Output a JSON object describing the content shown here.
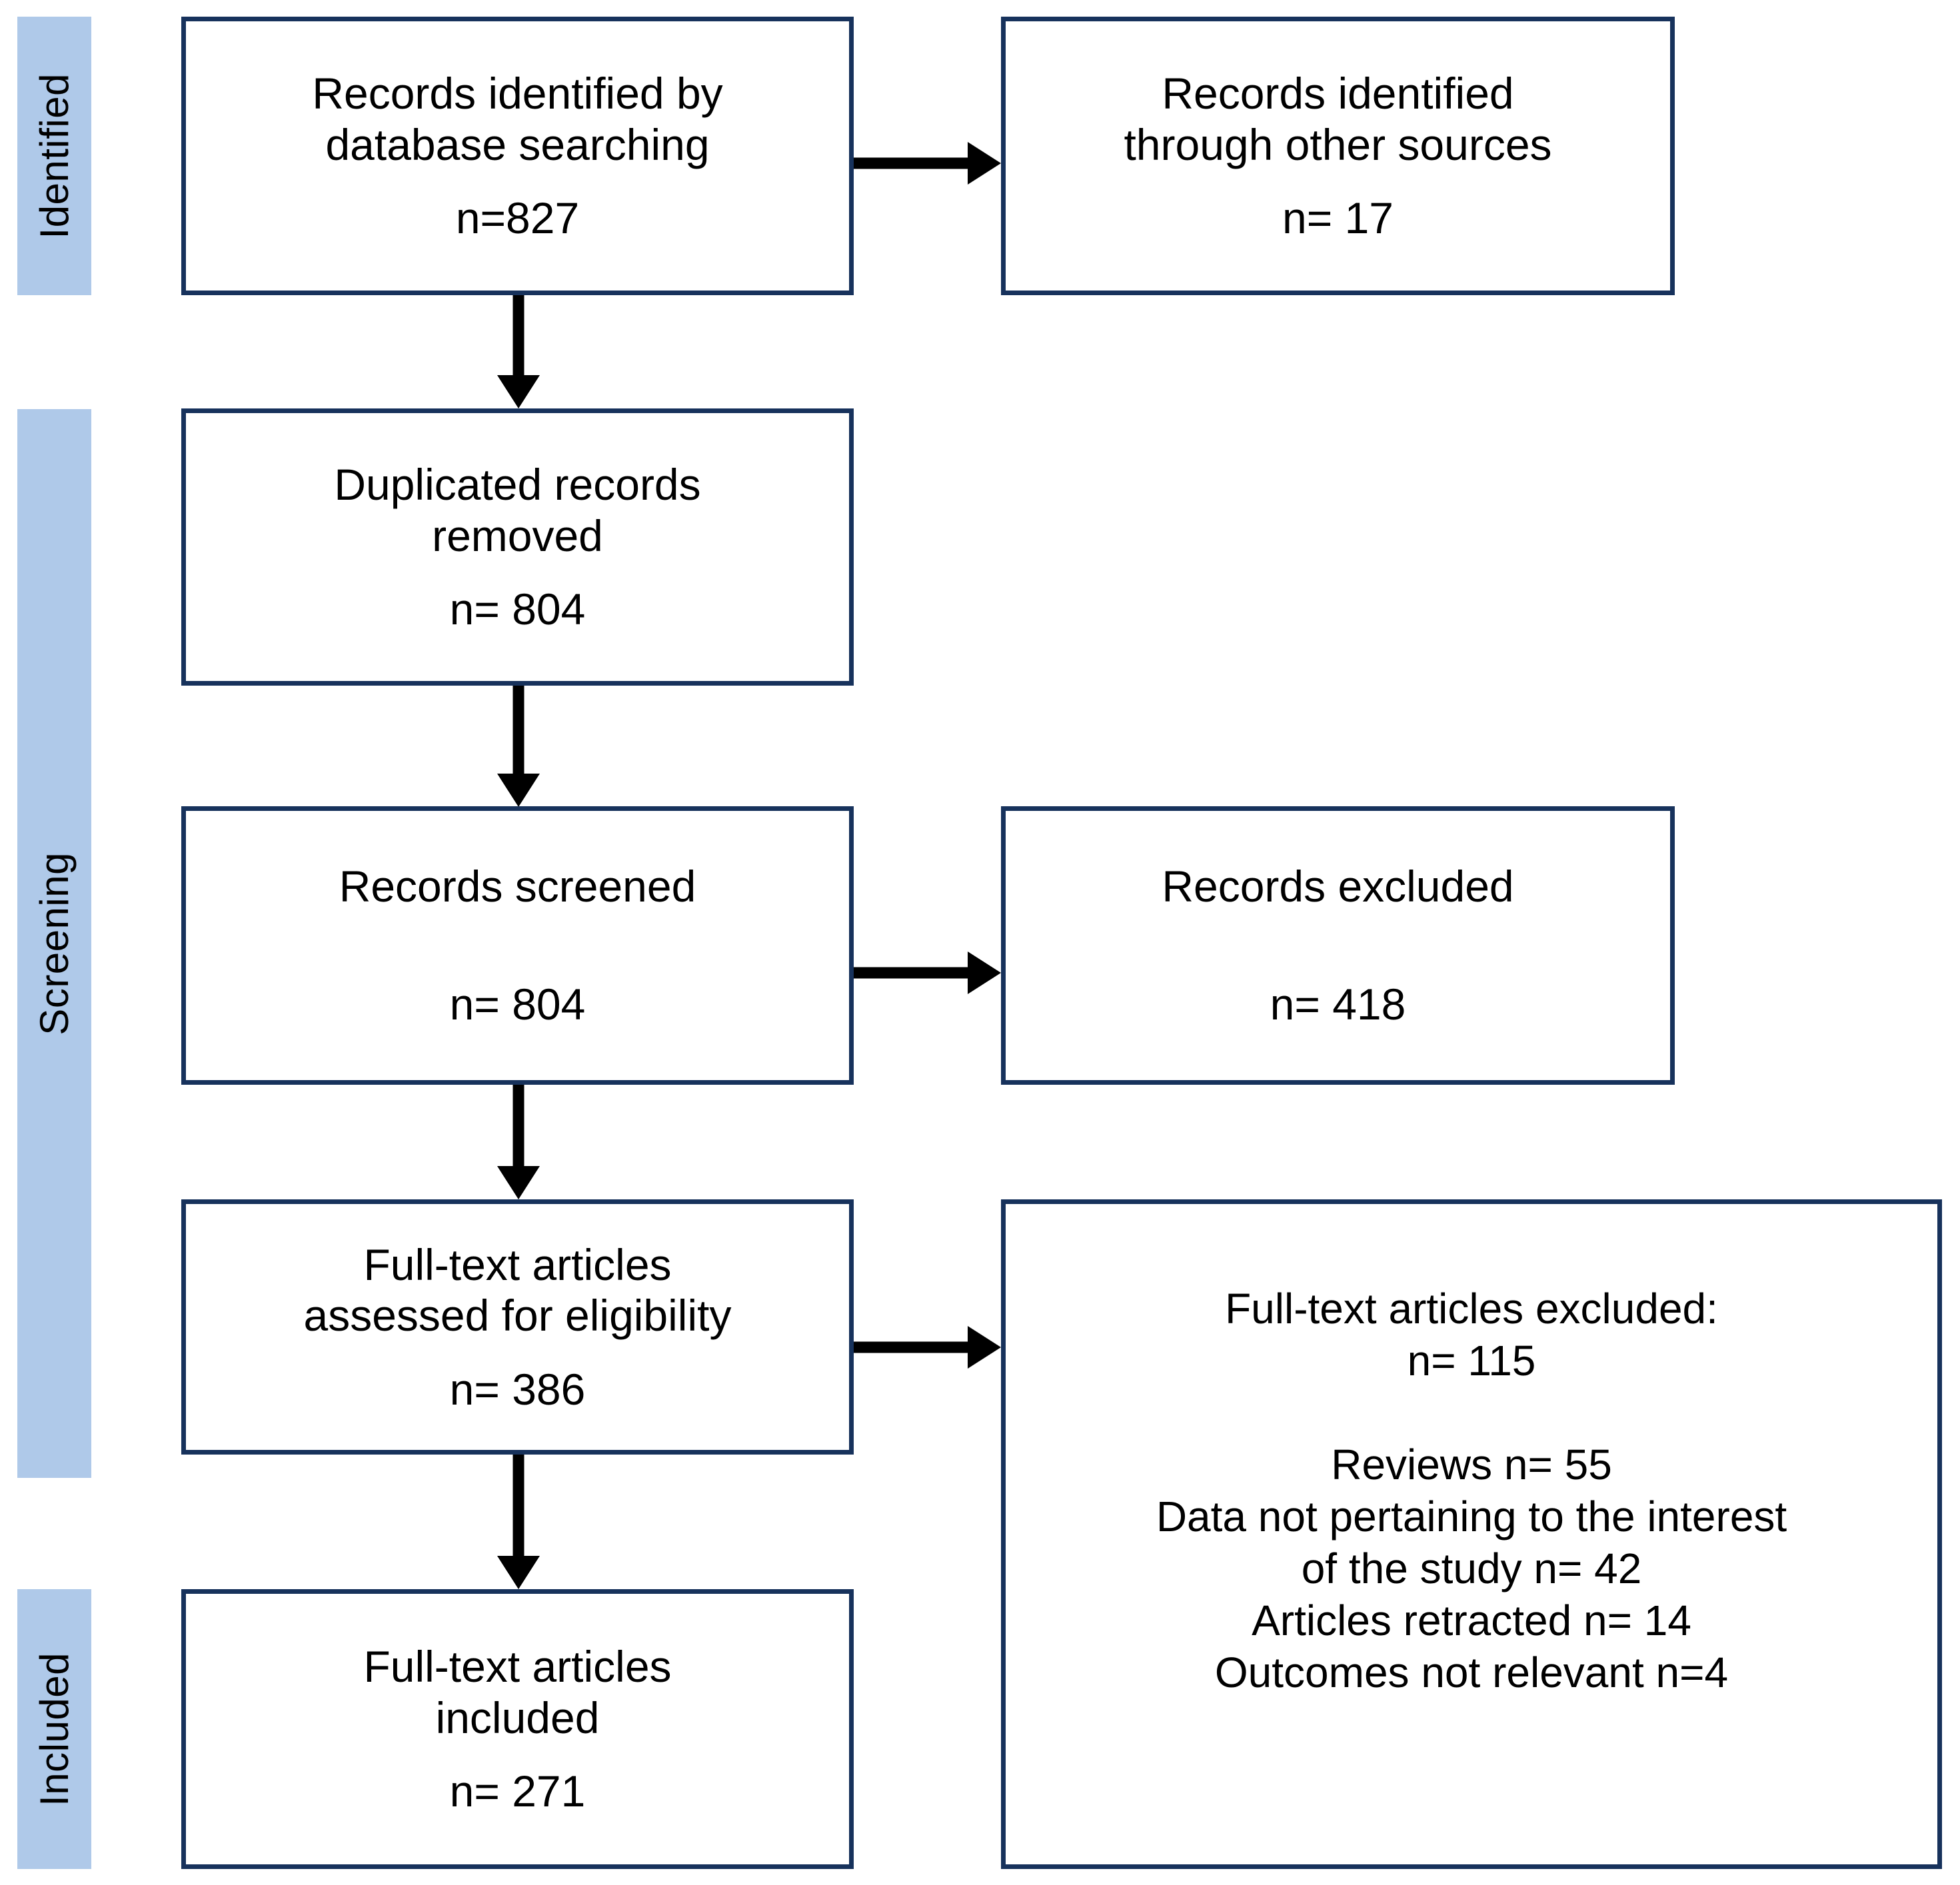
{
  "diagram": {
    "type": "prisma-flow-diagram",
    "title": "PRISMA Flow Diagram",
    "accent_blue": "#AFC9E9",
    "box_border_color": "#17325C",
    "arrow_color": "#000000",
    "background": "#FFFFFF"
  },
  "stages": [
    {
      "id": "identified",
      "label": "Identified"
    },
    {
      "id": "screening",
      "label": "Screening"
    },
    {
      "id": "included",
      "label": "Included"
    }
  ],
  "boxes": {
    "records_identified_db": {
      "lines": [
        "Records identified by",
        "database searching"
      ],
      "count": "n=827"
    },
    "records_identified_other": {
      "lines": [
        "Records identified",
        "through other sources"
      ],
      "count": "n= 17"
    },
    "duplicates_removed": {
      "lines": [
        "Duplicated records",
        "removed"
      ],
      "count": "n= 804"
    },
    "records_screened": {
      "lines": [
        "Records screened"
      ],
      "count": "n= 804"
    },
    "records_excluded": {
      "lines": [
        "Records excluded"
      ],
      "count": "n= 418"
    },
    "fulltext_assessed": {
      "lines": [
        "Full-text articles",
        "assessed for eligibility"
      ],
      "count": "n= 386"
    },
    "fulltext_excluded": {
      "heading": "Full-text articles excluded:",
      "count": "n= 115",
      "reasons": [
        "Reviews n= 55",
        "Data not pertaining to the interest",
        "of the study n= 42",
        "Articles retracted n= 14",
        "Outcomes not relevant  n=4"
      ]
    },
    "fulltext_included": {
      "lines": [
        "Full-text articles",
        "included"
      ],
      "count": "n= 271"
    }
  },
  "chart_data": {
    "type": "diagram-flow",
    "title": "PRISMA study selection flow",
    "nodes": [
      {
        "id": "records_identified_db",
        "stage": "Identified",
        "label": "Records identified by database searching",
        "n": 827
      },
      {
        "id": "records_identified_other",
        "stage": "Identified",
        "label": "Records identified through other sources",
        "n": 17
      },
      {
        "id": "duplicates_removed",
        "stage": "Screening",
        "label": "Duplicated records removed",
        "n": 804
      },
      {
        "id": "records_screened",
        "stage": "Screening",
        "label": "Records screened",
        "n": 804
      },
      {
        "id": "records_excluded",
        "stage": "Screening",
        "label": "Records excluded",
        "n": 418
      },
      {
        "id": "fulltext_assessed",
        "stage": "Screening",
        "label": "Full-text articles assessed for eligibility",
        "n": 386
      },
      {
        "id": "fulltext_excluded",
        "stage": "Screening",
        "label": "Full-text articles excluded",
        "n": 115
      },
      {
        "id": "fulltext_included",
        "stage": "Included",
        "label": "Full-text articles included",
        "n": 271
      }
    ],
    "exclusion_reasons": [
      {
        "reason": "Reviews",
        "n": 55
      },
      {
        "reason": "Data not pertaining to the interest of the study",
        "n": 42
      },
      {
        "reason": "Articles retracted",
        "n": 14
      },
      {
        "reason": "Outcomes not relevant",
        "n": 4
      }
    ],
    "edges": [
      {
        "from": "records_identified_db",
        "to": "records_identified_other",
        "direction": "right"
      },
      {
        "from": "records_identified_db",
        "to": "duplicates_removed",
        "direction": "down"
      },
      {
        "from": "duplicates_removed",
        "to": "records_screened",
        "direction": "down"
      },
      {
        "from": "records_screened",
        "to": "records_excluded",
        "direction": "right"
      },
      {
        "from": "records_screened",
        "to": "fulltext_assessed",
        "direction": "down"
      },
      {
        "from": "fulltext_assessed",
        "to": "fulltext_excluded",
        "direction": "right"
      },
      {
        "from": "fulltext_assessed",
        "to": "fulltext_included",
        "direction": "down"
      }
    ]
  }
}
